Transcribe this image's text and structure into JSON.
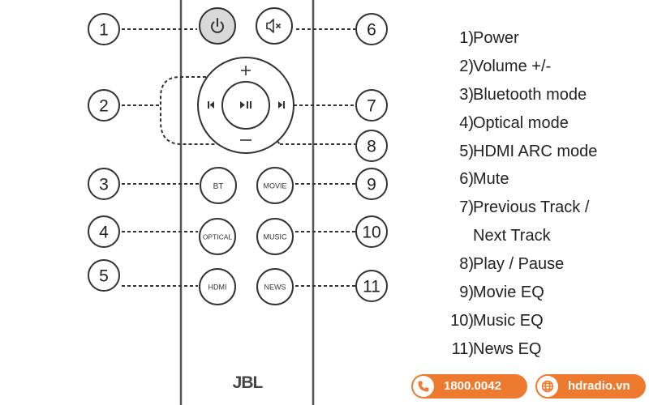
{
  "remote": {
    "buttons": {
      "bt": "BT",
      "movie": "MOVIE",
      "optical": "OPTICAL",
      "music": "MUSIC",
      "hdmi": "HDMI",
      "news": "NEWS"
    },
    "logo": "JBL"
  },
  "callouts": [
    "1",
    "2",
    "3",
    "4",
    "5",
    "6",
    "7",
    "8",
    "9",
    "10",
    "11"
  ],
  "legend": [
    {
      "num": "1)",
      "label": "Power"
    },
    {
      "num": "2)",
      "label": "Volume +/-"
    },
    {
      "num": "3)",
      "label": "Bluetooth mode"
    },
    {
      "num": "4)",
      "label": "Optical mode"
    },
    {
      "num": "5)",
      "label": "HDMI ARC mode"
    },
    {
      "num": "6)",
      "label": "Mute"
    },
    {
      "num": "7)",
      "label": "Previous Track /"
    },
    {
      "num": "",
      "label": "Next Track"
    },
    {
      "num": "8)",
      "label": "Play / Pause"
    },
    {
      "num": "9)",
      "label": "Movie EQ"
    },
    {
      "num": "10)",
      "label": "Music EQ"
    },
    {
      "num": "11)",
      "label": "News EQ"
    }
  ],
  "contact": {
    "phone": "1800.0042",
    "website": "hdradio.vn"
  },
  "colors": {
    "accent": "#ee7a30",
    "line": "#333333",
    "power_button": "#d9d9d9"
  }
}
